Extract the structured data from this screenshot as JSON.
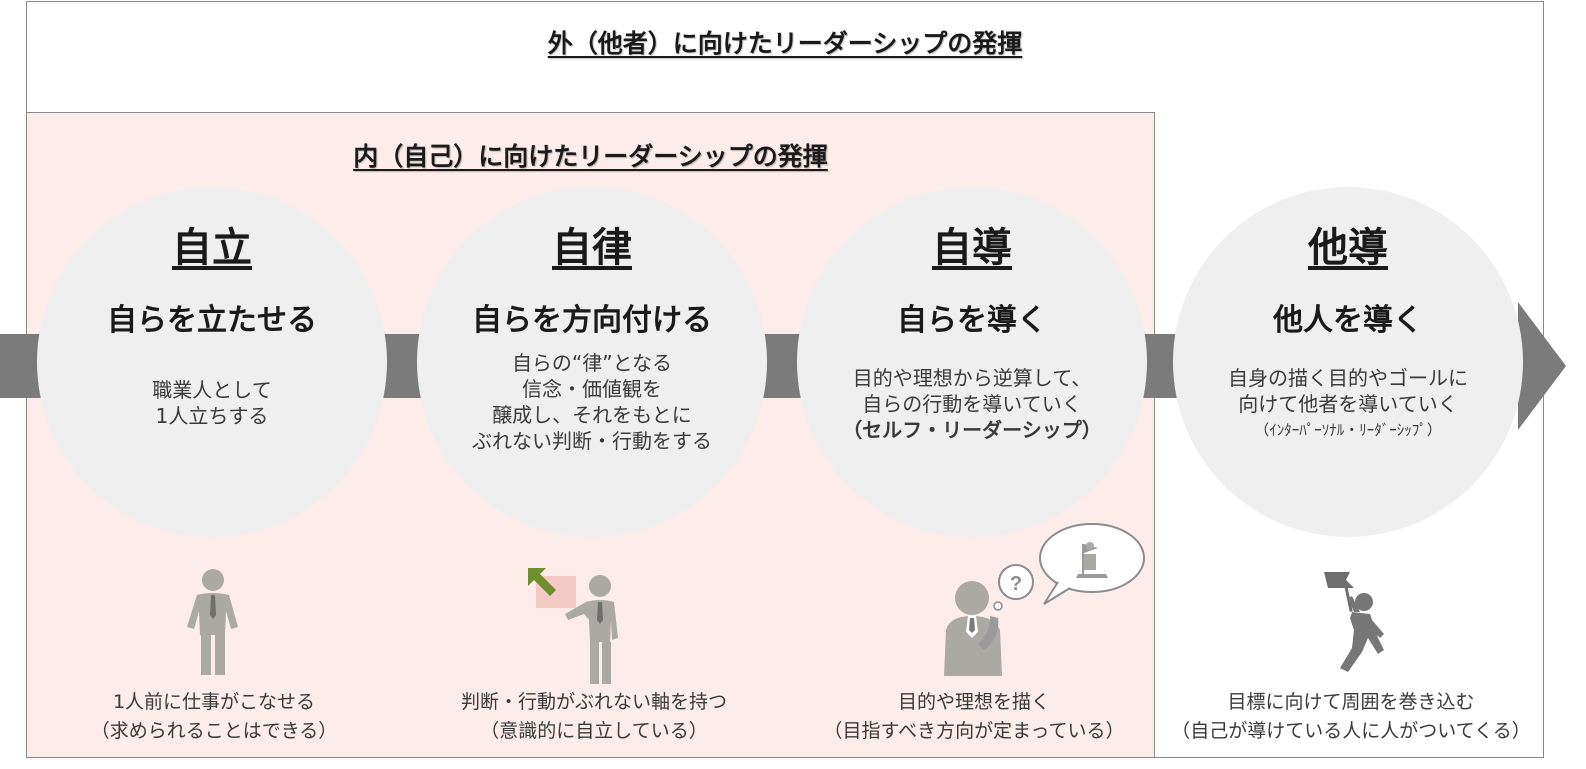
{
  "outer_title": "外（他者）に向けたリーダーシップの発揮",
  "inner_title": "内（自己）に向けたリーダーシップの発揮",
  "stages": [
    {
      "title": "自立",
      "subtitle": "自らを立たせる",
      "desc": [
        "職業人として",
        "1人立ちする"
      ],
      "caption": [
        "1人前に仕事がこなせる",
        "（求められることはできる）"
      ]
    },
    {
      "title": "自律",
      "subtitle": "自らを方向付ける",
      "desc": [
        "自らの“律”となる",
        "信念・価値観を",
        "醸成し、それをもとに",
        "ぶれない判断・行動をする"
      ],
      "caption": [
        "判断・行動がぶれない軸を持つ",
        "（意識的に自立している）"
      ]
    },
    {
      "title": "自導",
      "subtitle": "自らを導く",
      "desc": [
        "目的や理想から逆算して、",
        "自らの行動を導いていく",
        "（セルフ・リーダーシップ）"
      ],
      "caption": [
        "目的や理想を描く",
        "（目指すべき方向が定まっている）"
      ]
    },
    {
      "title": "他導",
      "subtitle": "他人を導く",
      "desc": [
        "自身の描く目的やゴールに",
        "向けて他者を導いていく",
        "（ｲﾝﾀｰﾊﾟｰｿﾅﾙ・ﾘｰﾀﾞｰｼｯﾌﾟ）"
      ],
      "caption": [
        "目標に向けて周囲を巻き込む",
        "（自己が導けている人に人がついてくる）"
      ]
    }
  ],
  "colors": {
    "inner_bg": "#fcecea",
    "circle_bg": "#efefef",
    "arrow": "#7b7b7b",
    "figure": "#aaa9a4",
    "figure_dark": "#8c8c8c",
    "accent_green": "#6f8f2f"
  },
  "icons": [
    "standing-person-icon",
    "person-with-arrow-icon",
    "thinking-person-icon",
    "leader-with-flag-icon"
  ]
}
